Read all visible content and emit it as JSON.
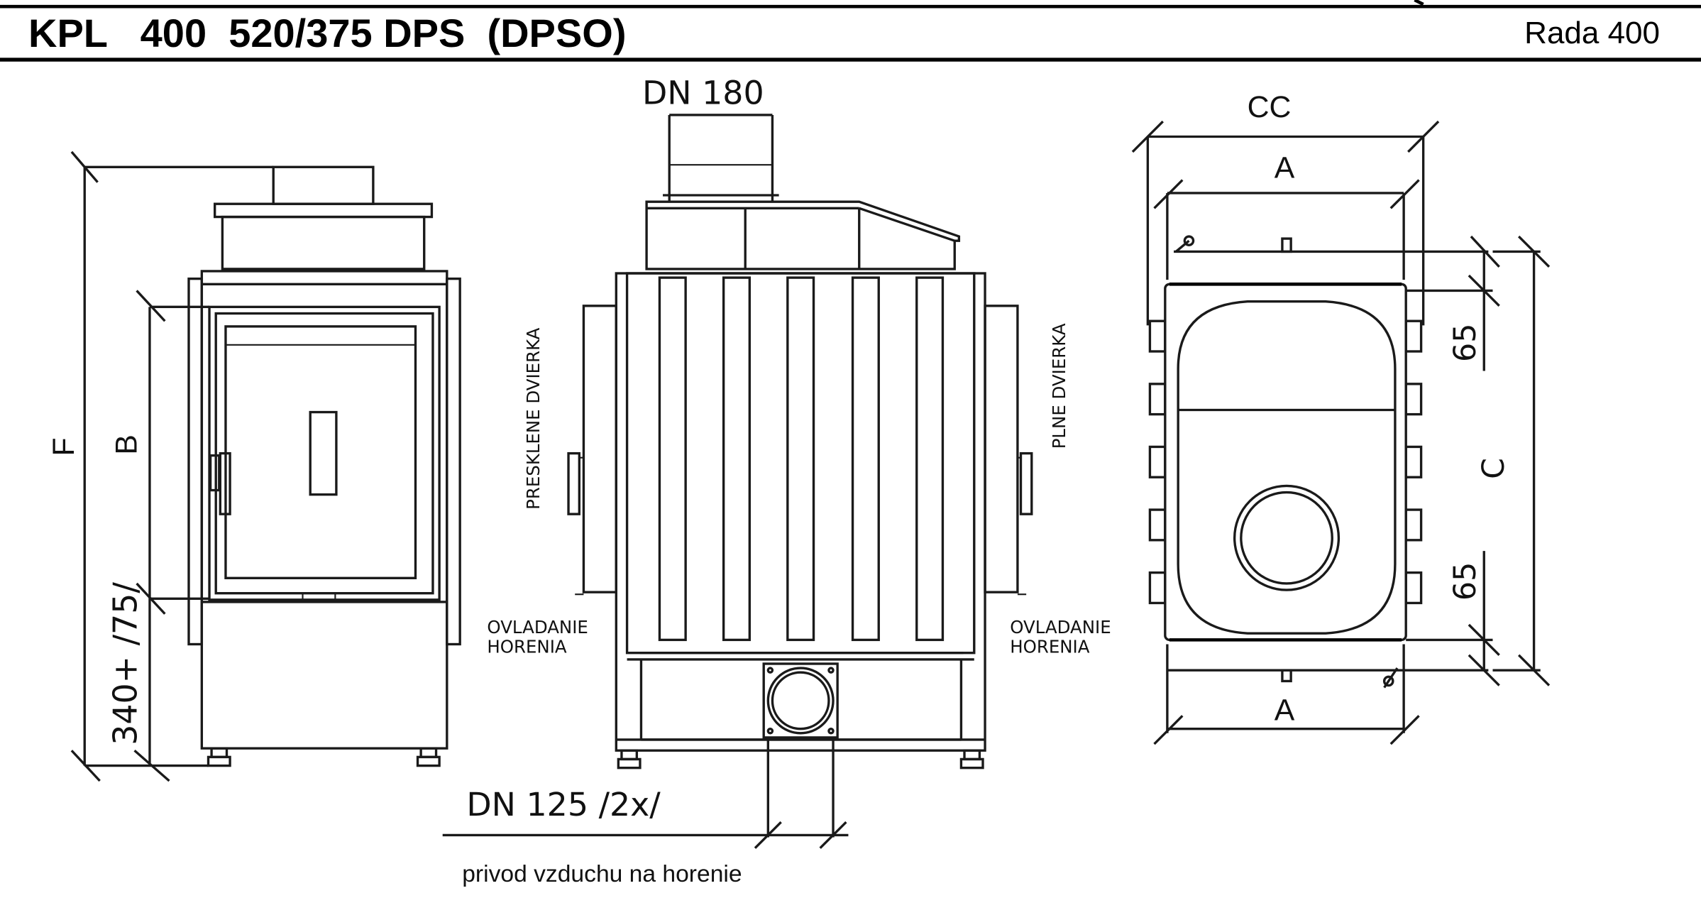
{
  "header": {
    "title": "KPL   400  520/375 DPS  (DPSO)",
    "series": "Rada 400"
  },
  "front_view": {
    "dim_f": "F",
    "dim_b": "B",
    "dim_base": "340+ /75/"
  },
  "side_view": {
    "flue_label": "DN  180",
    "door_glass_label": "PRESKLENE DVIERKA",
    "door_solid_label": "PLNE DVIERKA",
    "control_left_line1": "OVLADANIE",
    "control_left_line2": "HORENIA",
    "control_right_line1": "OVLADANIE",
    "control_right_line2": "HORENIA",
    "air_inlet_label": "DN  125  /2x/",
    "air_inlet_caption": "privod vzduchu na horenie"
  },
  "top_view": {
    "dim_cc": "CC",
    "dim_a_top": "A",
    "dim_a_bottom": "A",
    "dim_c": "C",
    "dim_65_top": "65",
    "dim_65_bottom": "65"
  }
}
